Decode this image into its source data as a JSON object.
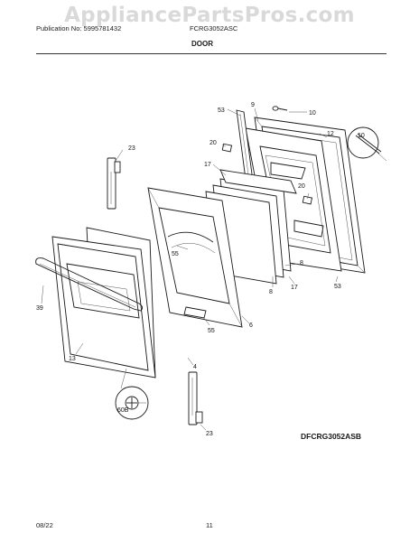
{
  "header": {
    "publication": "Publication No: 5995781432",
    "model": "FCRG3052ASC",
    "title": "DOOR",
    "watermark": "AppliancePartsPros.com"
  },
  "diagram": {
    "callouts": {
      "c53a": "53",
      "c9": "9",
      "c10a": "10",
      "c12": "12",
      "c10b": "10",
      "c20a": "20",
      "c23a": "23",
      "c17a": "17",
      "c20b": "20",
      "c55a": "55",
      "c8a": "8",
      "c8b": "8",
      "c17b": "17",
      "c53b": "53",
      "c39": "39",
      "c6": "6",
      "c55b": "55",
      "c13": "13",
      "c4": "4",
      "c60b": "60B",
      "c23b": "23"
    }
  },
  "footer": {
    "diagram_code": "DFCRG3052ASB",
    "date": "08/22",
    "page_number": "11"
  }
}
